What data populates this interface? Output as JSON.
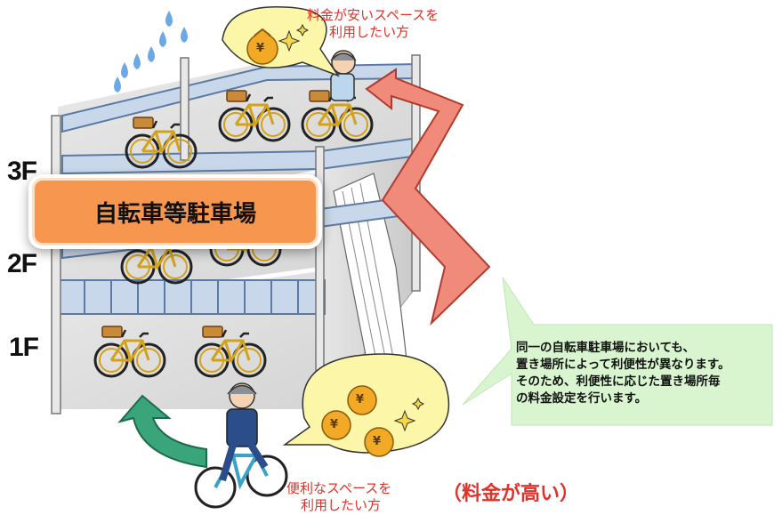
{
  "floors": [
    "3F",
    "2F",
    "1F"
  ],
  "banner_title": "自転車等駐車場",
  "top_bubble": {
    "line1": "料金が安いスペースを",
    "line2": "利用したい方"
  },
  "bottom_bubble": {
    "line1": "便利なスペースを",
    "line2": "利用したい方"
  },
  "price_note": "（料金が高い）",
  "info_note": {
    "line1": "同一の自転車駐車場においても、",
    "line2": "置き場所によって利便性が異なります。",
    "line3": "そのため、利便性に応じた置き場所毎",
    "line4": "の料金設定を行います。"
  },
  "coin_symbol": "¥",
  "colors": {
    "banner": "#f7964f",
    "red_arrow": "#f08a7a",
    "green_arrow": "#3aa57a",
    "note_bg": "#d8f5cf",
    "bubble_bg": "#fbf6a8",
    "railing": "#8fa9c9",
    "accent_red": "#e0322a"
  },
  "icons": [
    "raindrop-icon",
    "coin-bag-icon",
    "sparkle-icon",
    "bicycle-icon",
    "cyclist-icon"
  ]
}
